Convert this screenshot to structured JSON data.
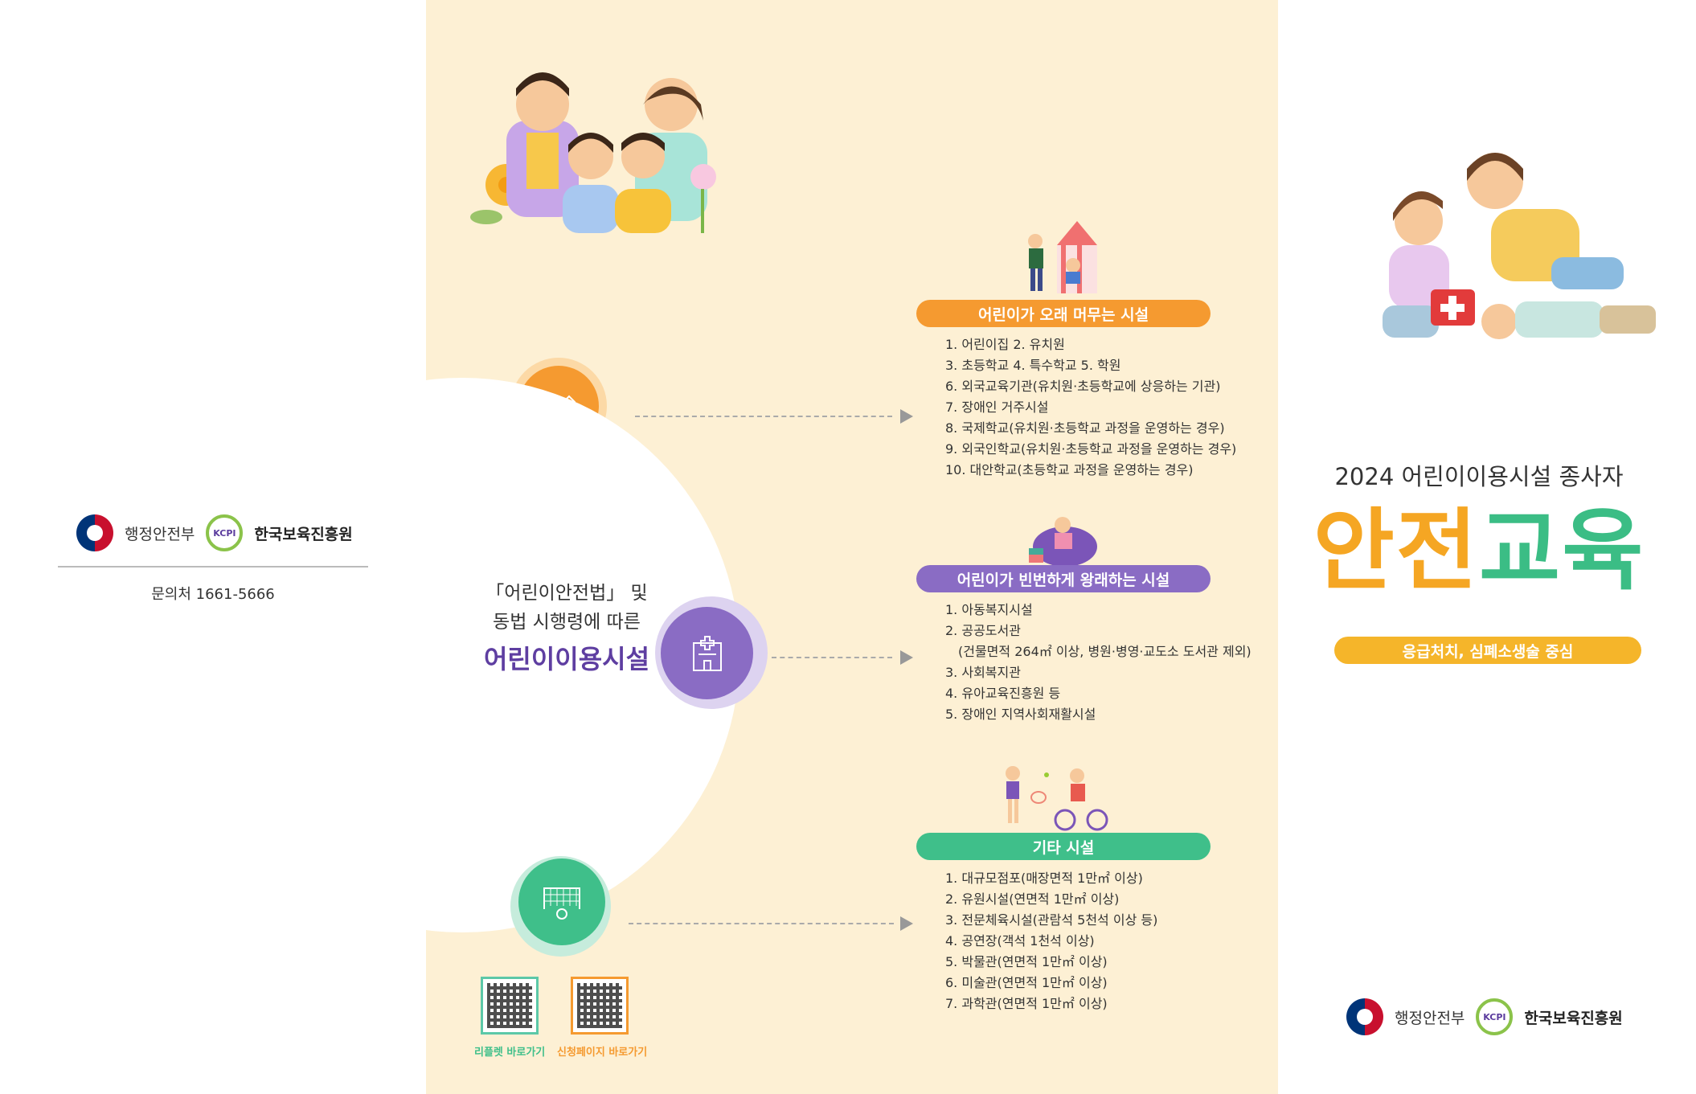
{
  "left": {
    "org1": "행정안전부",
    "org2_badge": "KCPI",
    "org2": "한국보육진흥원",
    "contact": "문의처 1661-5666"
  },
  "middle": {
    "law_line1": "「어린이안전법」 및",
    "law_line2": "동법 시행령에 따른",
    "law_title": "어린이이용시설",
    "groups": [
      {
        "title": "어린이가 오래 머무는 시설",
        "color": "#f59a30",
        "items": [
          "1. 어린이집  2. 유치원",
          "3. 초등학교  4. 특수학교  5. 학원",
          "6. 외국교육기관(유치원·초등학교에 상응하는 기관)",
          "7. 장애인 거주시설",
          "8. 국제학교(유치원·초등학교 과정을 운영하는 경우)",
          "9. 외국인학교(유치원·초등학교 과정을 운영하는 경우)",
          "10. 대안학교(초등학교 과정을 운영하는 경우)"
        ]
      },
      {
        "title": "어린이가 빈번하게 왕래하는 시설",
        "color": "#8a6cc4",
        "items": [
          "1. 아동복지시설",
          "2. 공공도서관",
          "(건물면적 264㎡ 이상, 병원·병영·교도소 도서관 제외)",
          "3. 사회복지관",
          "4. 유아교육진흥원 등",
          "5. 장애인 지역사회재활시설"
        ]
      },
      {
        "title": "기타 시설",
        "color": "#3fbf8a",
        "items": [
          "1. 대규모점포(매장면적 1만㎡ 이상)",
          "2. 유원시설(연면적 1만㎡ 이상)",
          "3. 전문체육시설(관람석 5천석 이상 등)",
          "4. 공연장(객석 1천석 이상)",
          "5. 박물관(연면적 1만㎡ 이상)",
          "6. 미술관(연면적 1만㎡ 이상)",
          "7. 과학관(연면적 1만㎡ 이상)"
        ]
      }
    ],
    "qr1_label": "리플렛 바로가기",
    "qr2_label": "신청페이지 바로가기"
  },
  "right": {
    "subtitle": "2024 어린이이용시설 종사자",
    "title_part1": "안전",
    "title_part2": "교육",
    "pill": "응급처치, 심폐소생술 중심",
    "org1": "행정안전부",
    "org2_badge": "KCPI",
    "org2": "한국보육진흥원"
  },
  "colors": {
    "panel_bg": "#fdf0d4",
    "orange": "#f59a30",
    "purple": "#8a6cc4",
    "green": "#3fbf8a",
    "title_orange": "#f5a623",
    "title_green": "#3bbd85"
  },
  "icons": [
    "castle-icon",
    "hospital-icon",
    "soccer-goal-icon",
    "taegeuk-emblem-icon",
    "kcpi-logo-icon"
  ]
}
